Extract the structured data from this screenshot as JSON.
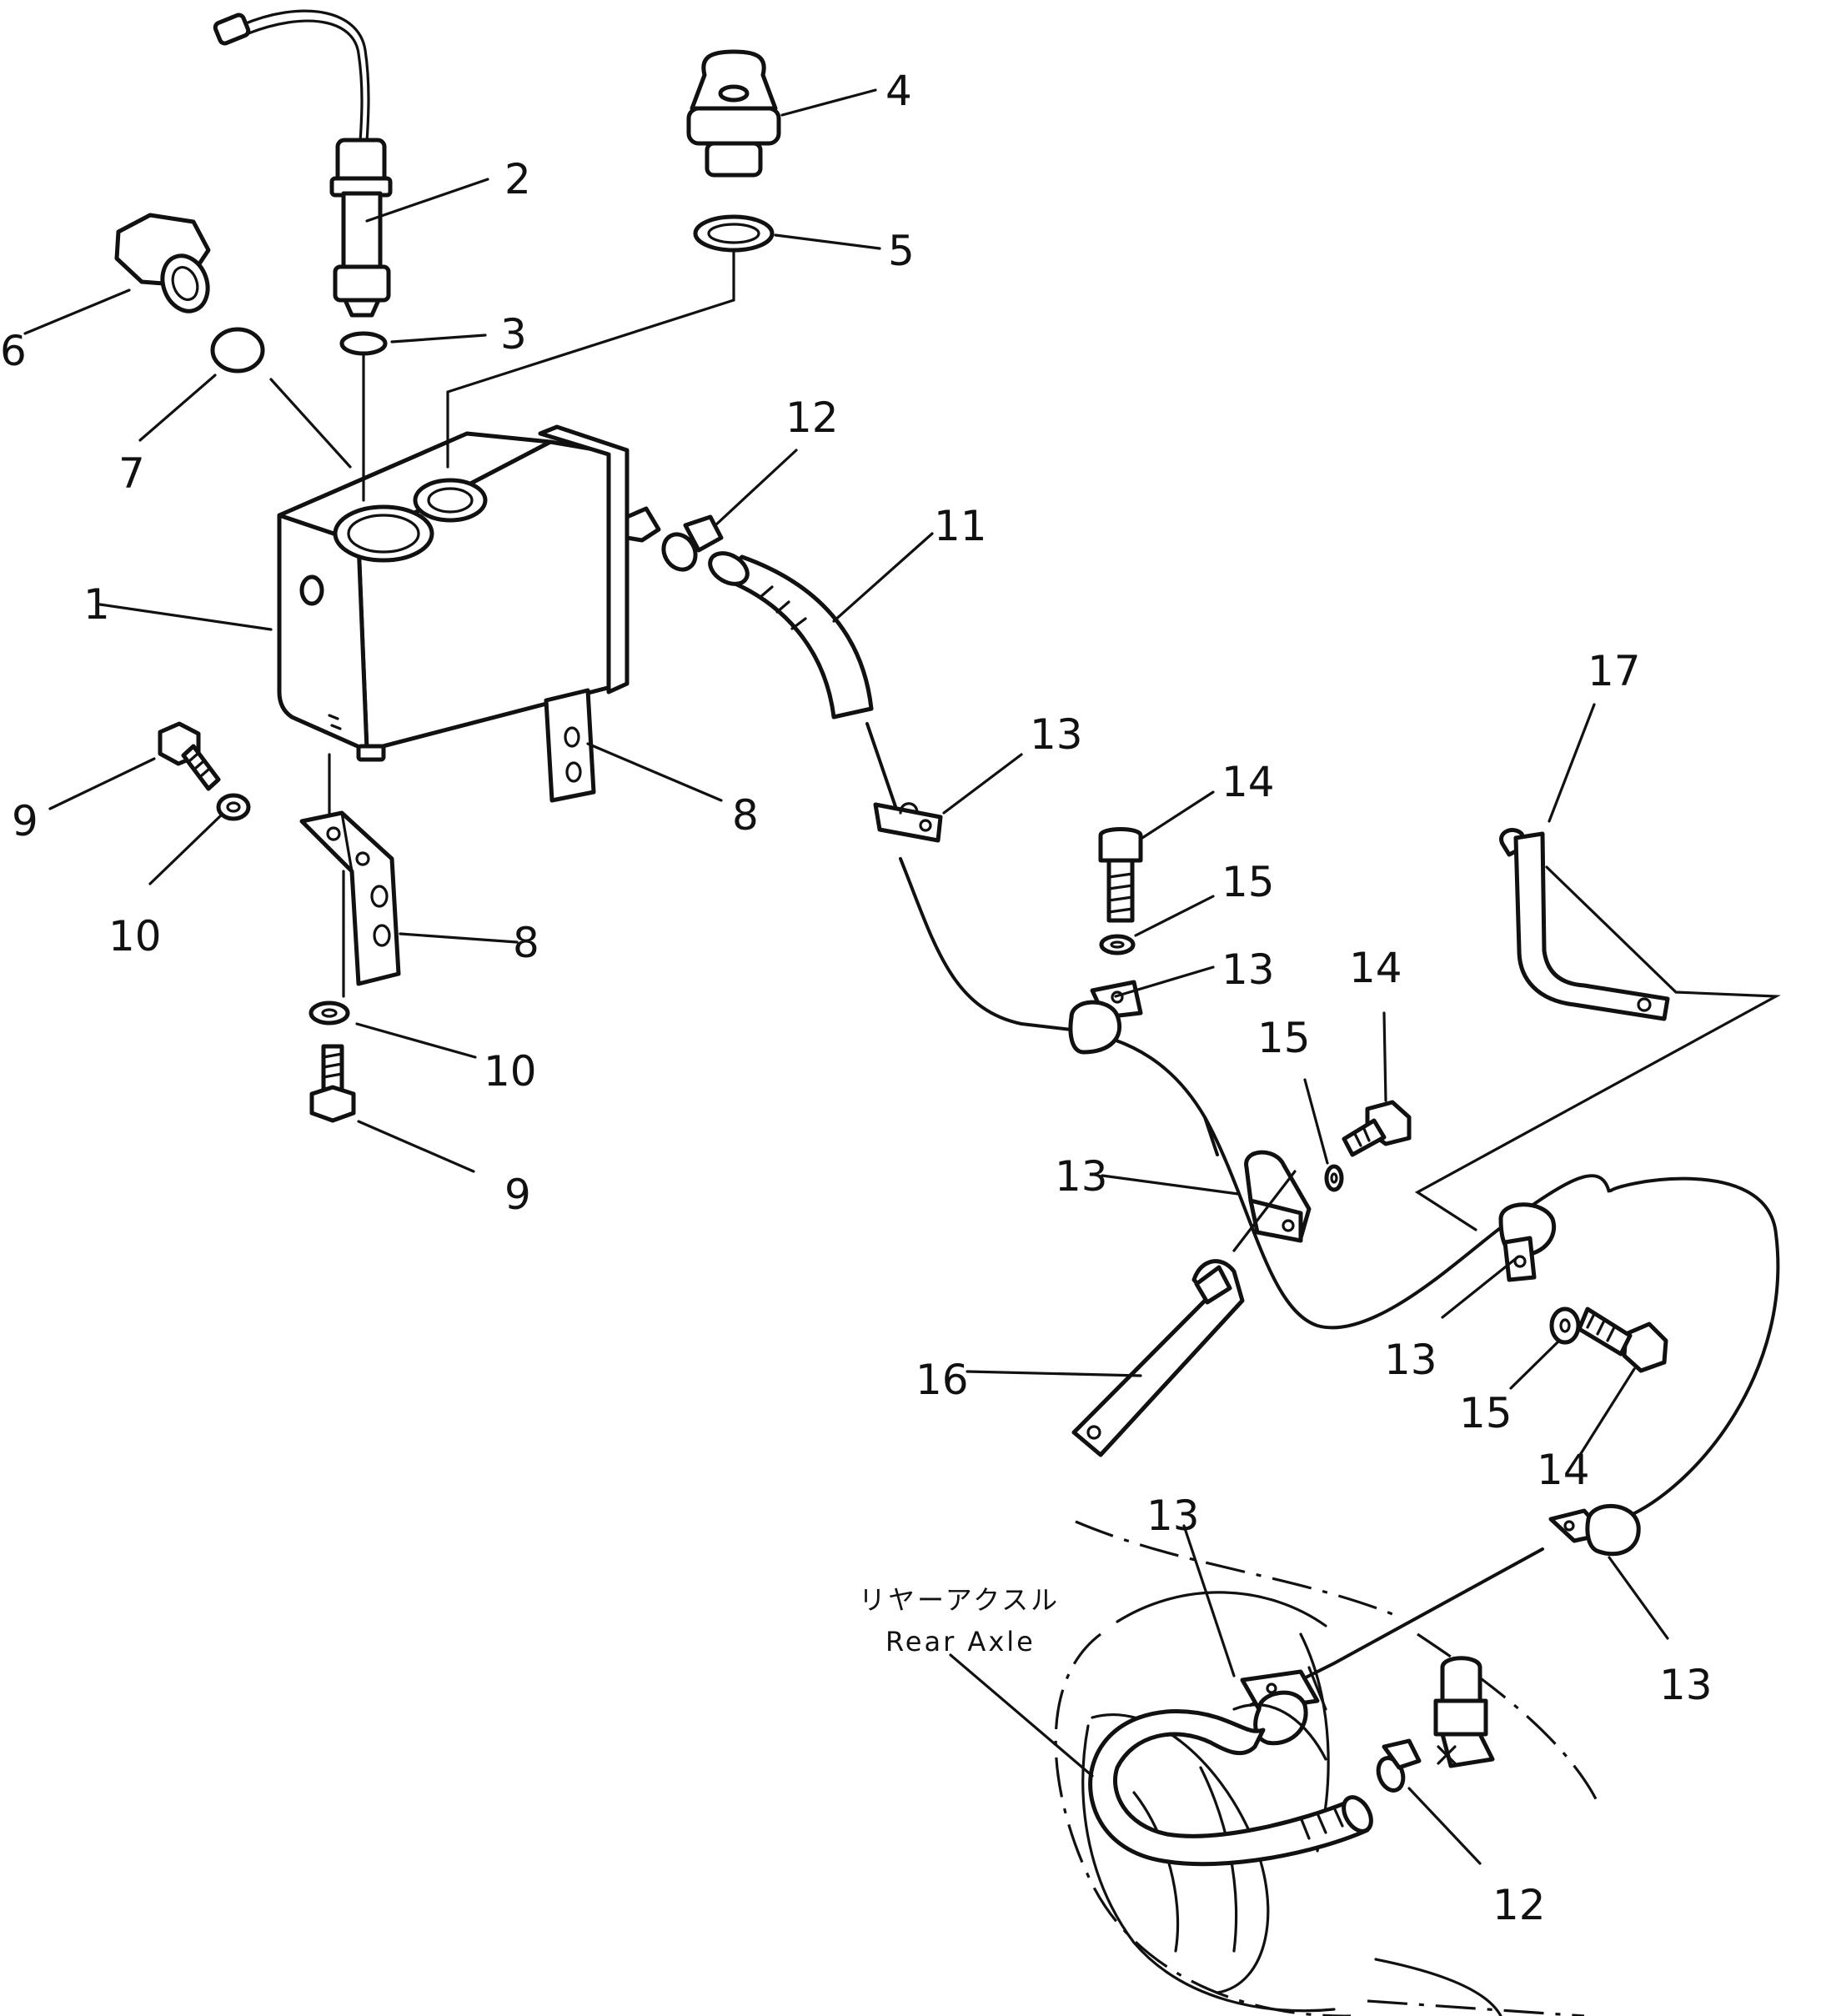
{
  "callouts": {
    "c1": "1",
    "c2": "2",
    "c3": "3",
    "c4": "4",
    "c5": "5",
    "c6": "6",
    "c7": "7",
    "c8a": "8",
    "c8b": "8",
    "c9a": "9",
    "c9b": "9",
    "c10a": "10",
    "c10b": "10",
    "c11": "11",
    "c12a": "12",
    "c12b": "12",
    "c13a": "13",
    "c13b": "13",
    "c13c": "13",
    "c13d": "13",
    "c13e": "13",
    "c13f": "13",
    "c14a": "14",
    "c14b": "14",
    "c14c": "14",
    "c15a": "15",
    "c15b": "15",
    "c15c": "15",
    "c16": "16",
    "c17": "17"
  },
  "note": {
    "japanese": "リヤーアクスル",
    "english": "Rear Axle"
  }
}
